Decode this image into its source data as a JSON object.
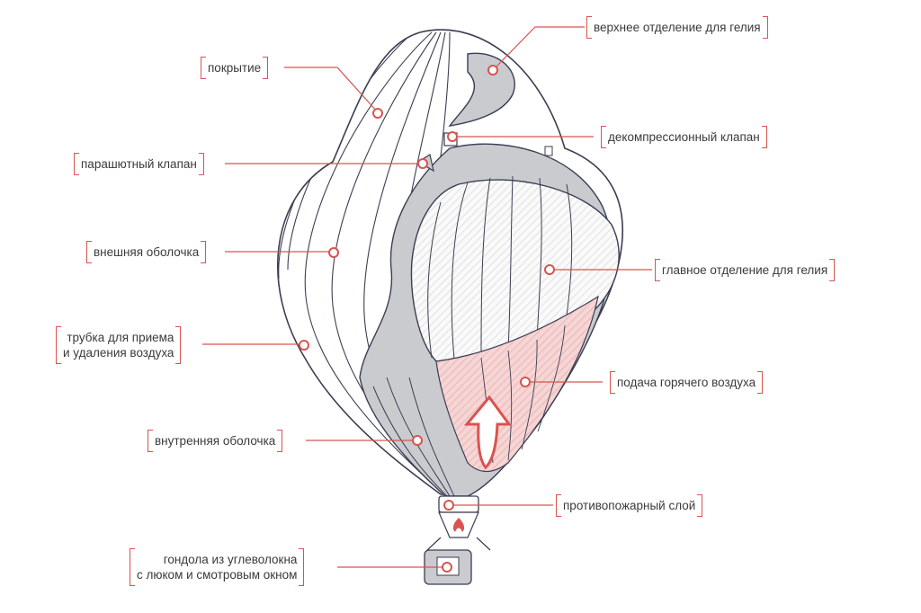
{
  "colors": {
    "accent": "#d9534f",
    "outline": "#3b3e52",
    "inner_gray": "#c9cbcf",
    "hot_air": "#f2c6c6",
    "helium_hatch": "#e3e3e3"
  },
  "labels": {
    "upper_helium": "верхнее отделение для гелия",
    "cover": "покрытие",
    "decompression_valve": "декомпрессионный клапан",
    "parachute_valve": "парашютный клапан",
    "outer_shell": "внешняя оболочка",
    "main_helium": "главное отделение для гелия",
    "air_tube_line1": "трубка для приема",
    "air_tube_line2": "и удаления воздуха",
    "hot_air_supply": "подача горячего воздуха",
    "inner_shell": "внутренняя оболочка",
    "fire_layer": "противопожарный слой",
    "gondola_line1": "гондола из углеволокна",
    "gondola_line2": "с люком и смотровым окном"
  },
  "icons": {
    "arrow": "up-arrow-icon",
    "flame": "flame-icon"
  }
}
